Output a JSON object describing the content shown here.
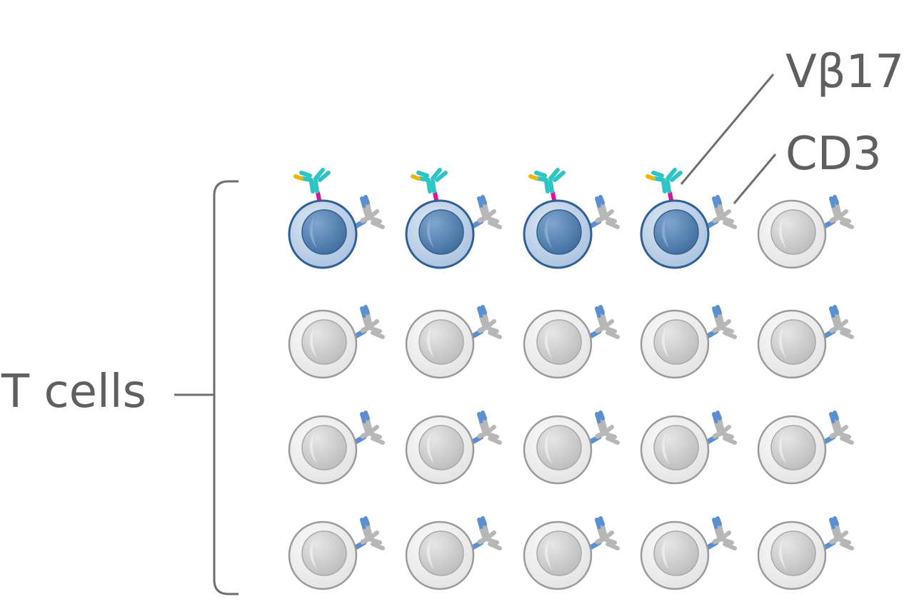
{
  "labels": {
    "group": "T cells",
    "marker_1": "Vβ17",
    "marker_2": "CD3"
  },
  "grid": {
    "rows": 4,
    "columns": 5,
    "highlighted": [
      [
        0,
        0
      ],
      [
        0,
        1
      ],
      [
        0,
        2
      ],
      [
        0,
        3
      ]
    ]
  },
  "colors": {
    "text": "#5f5f5f",
    "line": "#6e6e6e",
    "cell_highlight_outer": "#c9d8ea",
    "cell_highlight_nucleus": "#4f7eb0",
    "cell_highlight_border": "#2f5f95",
    "cell_plain_outer": "#f1f1f1",
    "cell_plain_nucleus": "#cdcdcd",
    "cell_plain_border": "#9a9a9a",
    "receptor_blue": "#5b8fd0",
    "receptor_grey": "#b7b7b7",
    "antibody_teal": "#2ec4c4",
    "antibody_yellow": "#e8b90c",
    "antibody_magenta": "#e0119c"
  },
  "icons": {
    "cell": "t-cell-icon",
    "cd3": "cd3-receptor-icon",
    "antibody": "vb17-antibody-icon"
  }
}
